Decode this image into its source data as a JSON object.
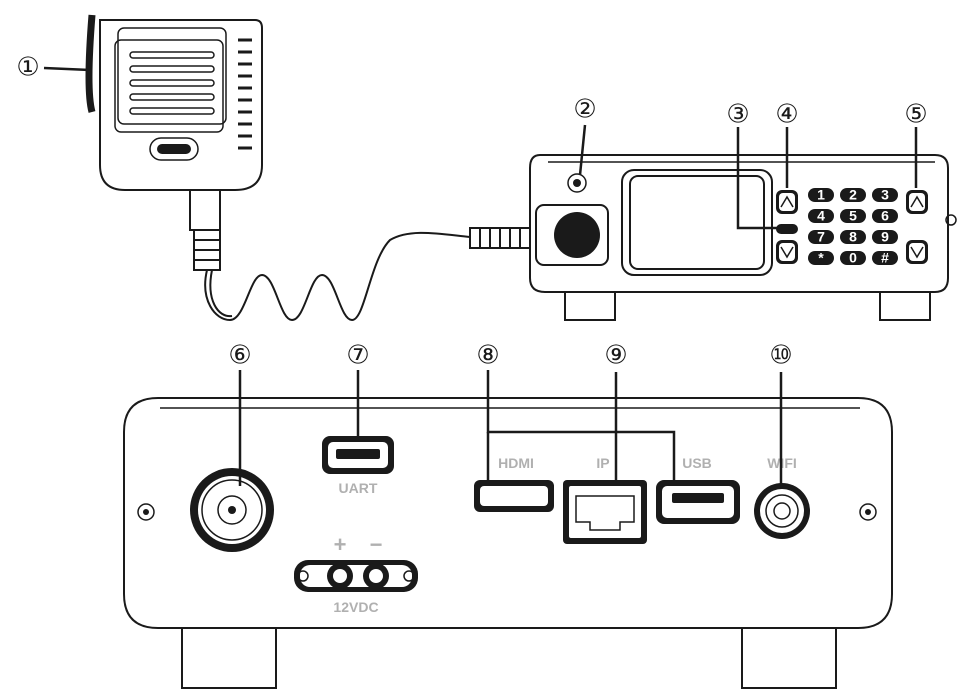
{
  "callouts": {
    "c1": "①",
    "c2": "②",
    "c3": "③",
    "c4": "④",
    "c5": "⑤",
    "c6": "⑥",
    "c7": "⑦",
    "c8": "⑧",
    "c9": "⑨",
    "c10": "⑩"
  },
  "keypad": {
    "keys": [
      "1",
      "2",
      "3",
      "4",
      "5",
      "6",
      "7",
      "8",
      "9",
      "*",
      "0",
      "#"
    ]
  },
  "rear_panel": {
    "uart_label": "UART",
    "power_label": "12VDC",
    "power_plus": "+",
    "power_minus": "−",
    "hdmi_label": "HDMI",
    "ip_label": "IP",
    "usb_label": "USB",
    "wifi_label": "WIFI"
  },
  "colors": {
    "line": "#1a1a1a",
    "label_gray": "#b0b0b0",
    "background": "#ffffff"
  }
}
